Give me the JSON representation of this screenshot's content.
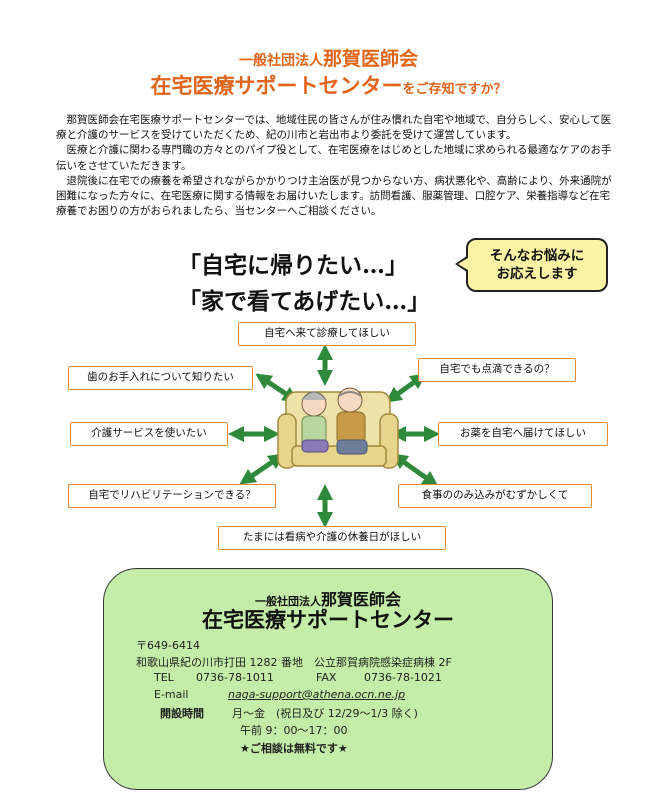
{
  "header": {
    "org_prefix": "一般社団法人",
    "org_name": "那賀医師会",
    "center_name": "在宅医療サポートセンター",
    "question": "をご存知ですか？",
    "accent_color": "#e0651a"
  },
  "intro": [
    "那賀医師会在宅医療サポートセンターでは、地域住民の皆さんが住み慣れた自宅や地域で、自分らしく、安心して医療と介護のサービスを受けていただくため、紀の川市と岩出市より委託を受けて運営しています。",
    "医療と介護に関わる専門職の方々とのパイプ役として、在宅医療をはじめとした地域に求められる最適なケアのお手伝いをさせていただきます。",
    "退院後に在宅での療養を希望されながらかかりつけ主治医が見つからない方、病状悪化や、高齢により、外来通院が困難になった方々に、在宅医療に関する情報をお届けいたします。訪問看護、服薬管理、口腔ケア、栄養指導など在宅療養でお困りの方がおられましたら、当センターへご相談ください。"
  ],
  "quotes": [
    "「自宅に帰りたい…」",
    "「家で看てあげたい…」"
  ],
  "bubble": {
    "line1": "そんなお悩みに",
    "line2": "お応えします"
  },
  "concerns": {
    "top": "自宅へ来て診療してほしい",
    "left1": "歯のお手入れについて知りたい",
    "right1": "自宅でも点滴できるの？",
    "left2": "介護サービスを使いたい",
    "right2": "お薬を自宅へ届けてほしい",
    "left3": "自宅でリハビリテーションできる？",
    "right3": "食事ののみ込みがむずかしくて",
    "bottom": "たまには看病や介護の休養日がほしい"
  },
  "contact": {
    "org_prefix": "一般社団法人",
    "org_name": "那賀医師会",
    "center_name": "在宅医療サポートセンター",
    "postal": "〒649-6414",
    "address": "和歌山県紀の川市打田 1282 番地　公立那賀病院感染症病棟 2F",
    "tel_label": "TEL",
    "tel": "0736-78-1011",
    "fax_label": "FAX",
    "fax": "0736-78-1021",
    "email_label": "E-mail",
    "email": "naga-support@athena.ocn.ne.jp",
    "hours_label": "開設時間",
    "days": "月～金　(祝日及び 12/29～1/3 除く)",
    "hours": "午前 9：00～17：00",
    "free": "★ご相談は無料です★",
    "card_color": "#c4eea8"
  }
}
